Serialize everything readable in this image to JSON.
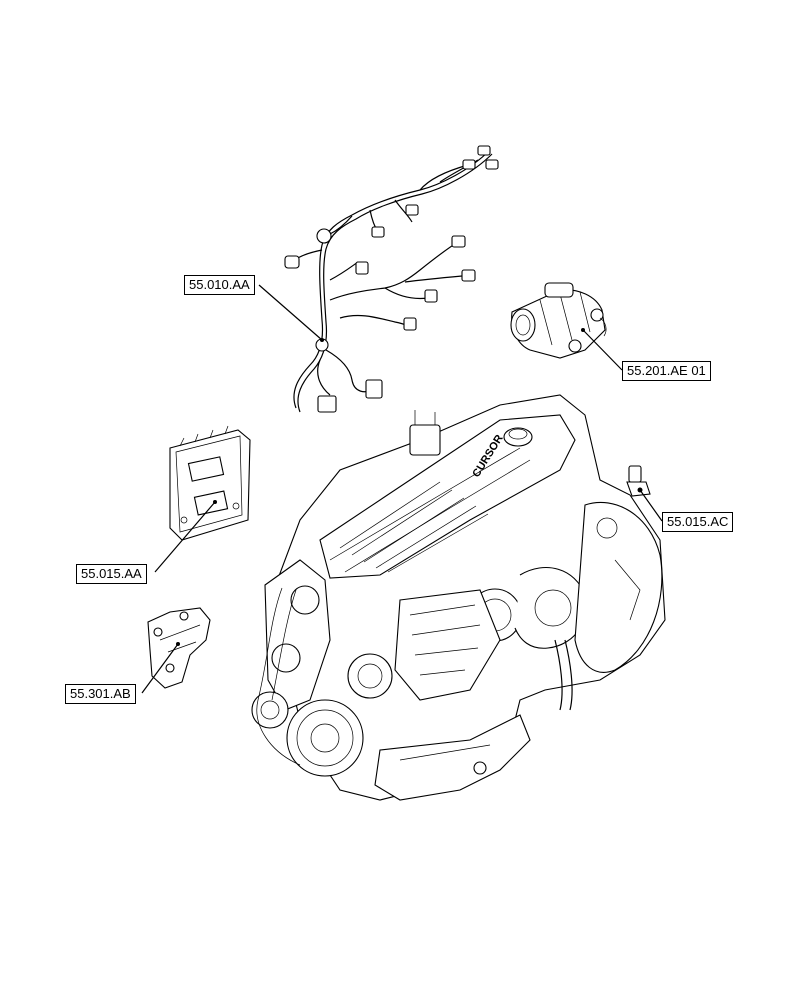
{
  "callouts": {
    "harness": "55.010.AA",
    "starter": "55.201.AE 01",
    "ecu": "55.015.AA",
    "sensor": "55.015.AC",
    "bracket": "55.301.AB"
  },
  "engine_brand_text": "CURSOR"
}
